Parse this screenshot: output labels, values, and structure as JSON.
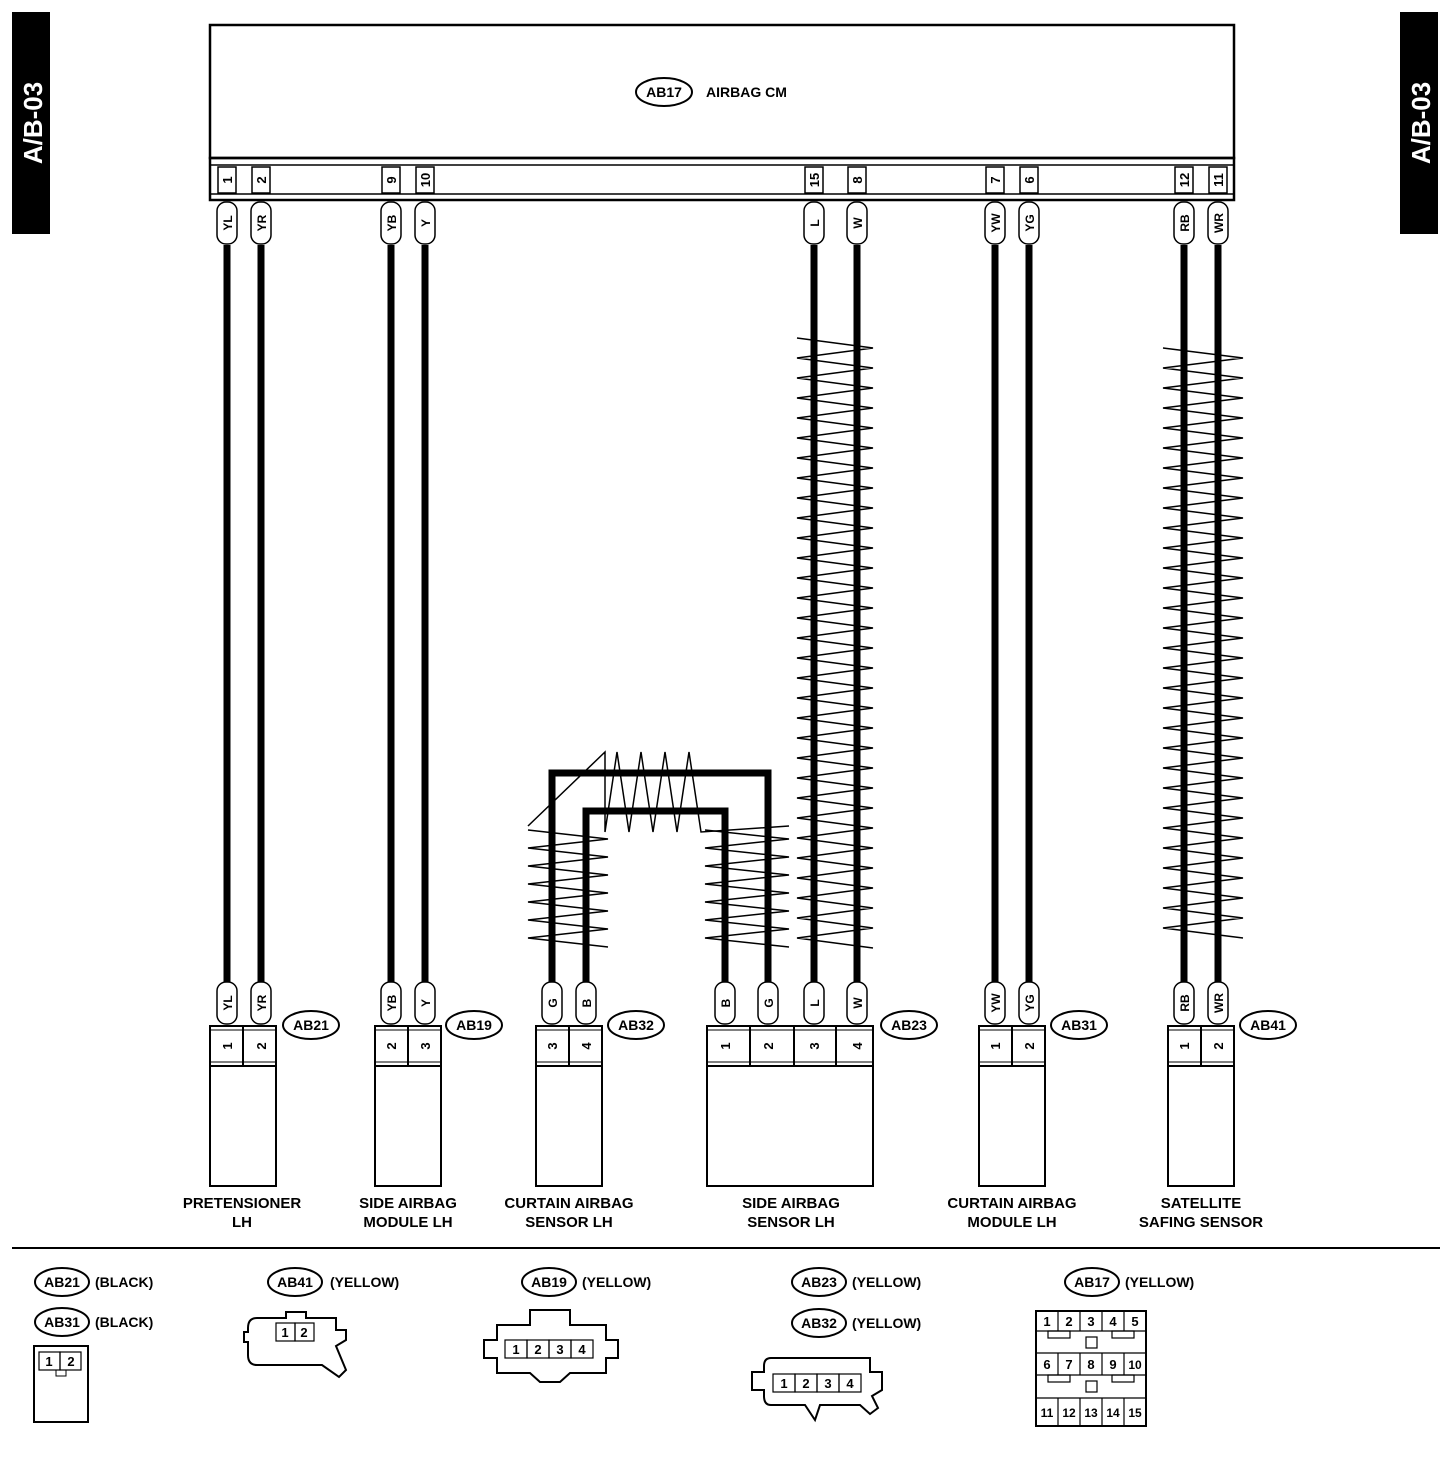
{
  "page_tab": "A/B-03",
  "control_module": {
    "id": "AB17",
    "name": "AIRBAG CM"
  },
  "wires": [
    {
      "pin": "1",
      "color": "YL",
      "to": "AB21",
      "to_pin": "1"
    },
    {
      "pin": "2",
      "color": "YR",
      "to": "AB21",
      "to_pin": "2"
    },
    {
      "pin": "9",
      "color": "YB",
      "to": "AB19",
      "to_pin": "2"
    },
    {
      "pin": "10",
      "color": "Y",
      "to": "AB19",
      "to_pin": "3"
    },
    {
      "pin": "15",
      "color": "L",
      "to": "AB23",
      "to_pin": "3"
    },
    {
      "pin": "8",
      "color": "W",
      "to": "AB23",
      "to_pin": "4"
    },
    {
      "pin": "7",
      "color": "YW",
      "to": "AB31",
      "to_pin": "1"
    },
    {
      "pin": "6",
      "color": "YG",
      "to": "AB31",
      "to_pin": "2"
    },
    {
      "pin": "12",
      "color": "RB",
      "to": "AB41",
      "to_pin": "1"
    },
    {
      "pin": "11",
      "color": "WR",
      "to": "AB41",
      "to_pin": "2"
    }
  ],
  "jumper_wires": [
    {
      "from": "AB32",
      "from_pin": "3",
      "from_color": "G",
      "to": "AB23",
      "to_pin": "2",
      "to_color": "G"
    },
    {
      "from": "AB32",
      "from_pin": "4",
      "from_color": "B",
      "to": "AB23",
      "to_pin": "1",
      "to_color": "B"
    }
  ],
  "components": [
    {
      "id": "AB21",
      "label_line1": "PRETENSIONER",
      "label_line2": "LH",
      "pins": [
        {
          "pin": "1",
          "color": "YL"
        },
        {
          "pin": "2",
          "color": "YR"
        }
      ]
    },
    {
      "id": "AB19",
      "label_line1": "SIDE AIRBAG",
      "label_line2": "MODULE LH",
      "pins": [
        {
          "pin": "2",
          "color": "YB"
        },
        {
          "pin": "3",
          "color": "Y"
        }
      ]
    },
    {
      "id": "AB32",
      "label_line1": "CURTAIN AIRBAG",
      "label_line2": "SENSOR LH",
      "pins": [
        {
          "pin": "3",
          "color": "G"
        },
        {
          "pin": "4",
          "color": "B"
        }
      ]
    },
    {
      "id": "AB23",
      "label_line1": "SIDE AIRBAG",
      "label_line2": "SENSOR LH",
      "pins": [
        {
          "pin": "1",
          "color": "B"
        },
        {
          "pin": "2",
          "color": "G"
        },
        {
          "pin": "3",
          "color": "L"
        },
        {
          "pin": "4",
          "color": "W"
        }
      ]
    },
    {
      "id": "AB31",
      "label_line1": "CURTAIN AIRBAG",
      "label_line2": "MODULE LH",
      "pins": [
        {
          "pin": "1",
          "color": "YW"
        },
        {
          "pin": "2",
          "color": "YG"
        }
      ]
    },
    {
      "id": "AB41",
      "label_line1": "SATELLITE",
      "label_line2": "SAFING SENSOR",
      "pins": [
        {
          "pin": "1",
          "color": "RB"
        },
        {
          "pin": "2",
          "color": "WR"
        }
      ]
    }
  ],
  "connector_legend": {
    "ab21": {
      "id": "AB21",
      "color": "(BLACK)"
    },
    "ab31": {
      "id": "AB31",
      "color": "(BLACK)"
    },
    "ab41": {
      "id": "AB41",
      "color": "(YELLOW)"
    },
    "ab19": {
      "id": "AB19",
      "color": "(YELLOW)"
    },
    "ab23": {
      "id": "AB23",
      "color": "(YELLOW)"
    },
    "ab32": {
      "id": "AB32",
      "color": "(YELLOW)"
    },
    "ab17": {
      "id": "AB17",
      "color": "(YELLOW)"
    },
    "pins_2": [
      "1",
      "2"
    ],
    "pins_4": [
      "1",
      "2",
      "3",
      "4"
    ],
    "ab17_row1": [
      "1",
      "2",
      "3",
      "4",
      "5"
    ],
    "ab17_row2": [
      "6",
      "7",
      "8",
      "9",
      "10"
    ],
    "ab17_row3": [
      "11",
      "12",
      "13",
      "14",
      "15"
    ]
  },
  "colors": {
    "line": "#000000",
    "background": "#ffffff",
    "tab_bg": "#000000",
    "tab_text": "#ffffff"
  }
}
